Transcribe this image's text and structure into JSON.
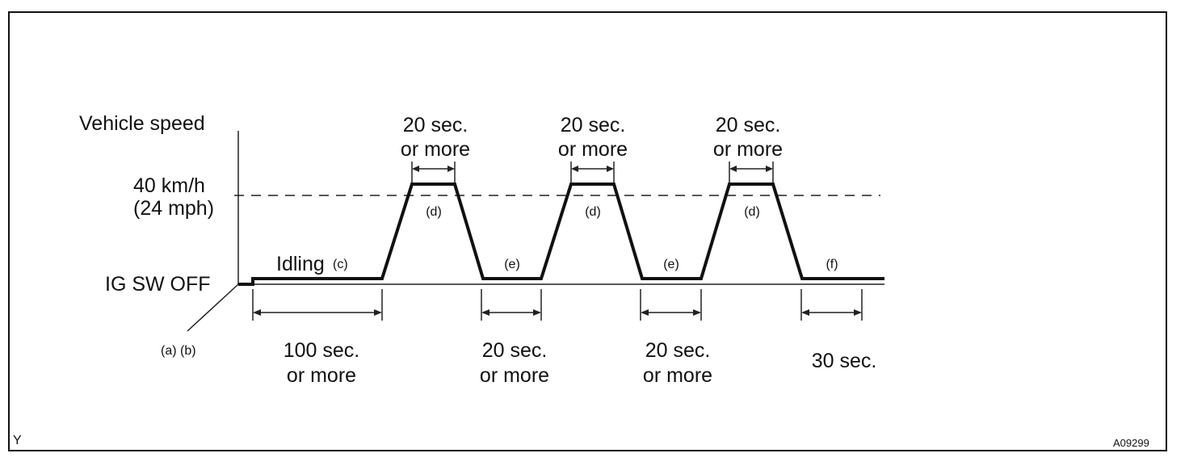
{
  "labels": {
    "vehicle_speed": "Vehicle speed",
    "speed_line1": "40 km/h",
    "speed_line2": "(24 mph)",
    "ig_sw_off": "IG SW OFF",
    "ab": "(a) (b)",
    "idling": "Idling",
    "c": "(c)",
    "d": "(d)",
    "e": "(e)",
    "f": "(f)",
    "dur_100_line1": "100 sec.",
    "dur_100_line2": "or more",
    "dur_20_line1": "20 sec.",
    "dur_20_line2": "or more",
    "dur_30": "30 sec.",
    "corner_left": "Y",
    "corner_right": "A09299"
  }
}
